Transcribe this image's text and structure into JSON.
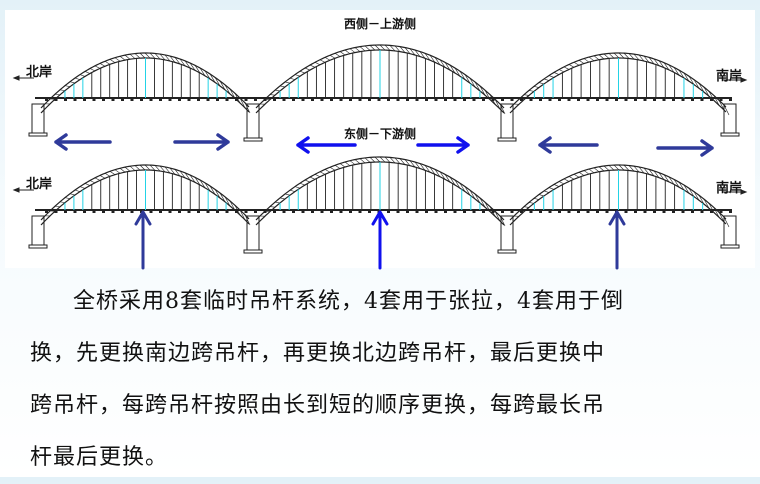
{
  "diagram": {
    "top_title": "西侧－上游侧",
    "bottom_title": "东侧－下游侧",
    "north_bank": "北岸",
    "south_bank": "南岸",
    "colors": {
      "structure": "#222222",
      "replaced_hanger": "#22d3e6",
      "arrow_dark": "#2f3a9a",
      "arrow_bright": "#1010ee"
    }
  },
  "paragraph": {
    "lines": [
      "全桥采用8套临时吊杆系统，4套用于张拉，4套用于倒",
      "换，先更换南边跨吊杆，再更换北边跨吊杆，最后更换中",
      "跨吊杆，每跨吊杆按照由长到短的顺序更换，每跨最长吊",
      "杆最后更换。"
    ]
  }
}
